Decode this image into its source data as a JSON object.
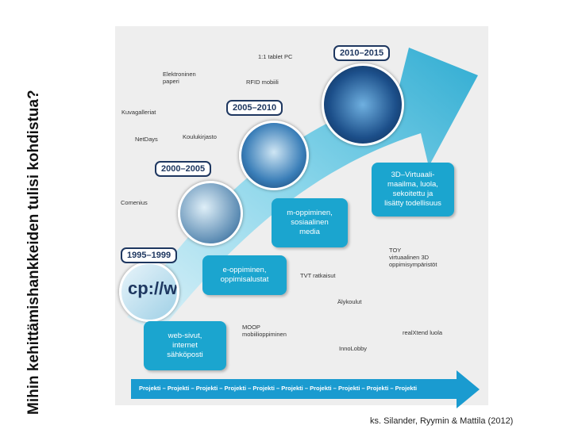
{
  "slide": {
    "title": "Mihin kehittämishankkeiden tulisi kohdistua?",
    "source": "ks. Silander, Ryymin & Mattila (2012)"
  },
  "diagram": {
    "eras": [
      "1995–1999",
      "2000–2005",
      "2005–2010",
      "2010–2015"
    ],
    "boxes": [
      "web-sivut,\ninternet\nsähköposti",
      "e-oppiminen,\noppimisalustat",
      "m-oppiminen,\nsosiaalinen\nmedia",
      "3D–Virtuaali-\nmaailma, luola,\nsekoitettu ja\nlisätty todellisuus"
    ],
    "labels": [
      "1:1 tablet PC",
      "Elektroninen\npaperi",
      "RFID mobiili",
      "Kuvagalleriat",
      "NetDays",
      "Koulukirjasto",
      "Comenius",
      "TOY\nvirtuaalinen 3D\noppimisympäristöt",
      "TVT ratkaisut",
      "Älykoulut",
      "MOOP\nmobiilioppiminen",
      "realXtend luola",
      "InnoLobby"
    ],
    "circle_text": "cp://w",
    "bottom_bar": "Projekti – Projekti – Projekti – Projekti – Projekti – Projekti – Projekti – Projekti – Projekti – Projekti"
  },
  "colors": {
    "arrow": "#1ba5cf",
    "arrow_light": "#7fd3ea",
    "era_border": "#1e3760",
    "bottom_bar": "#1a9bd0"
  }
}
